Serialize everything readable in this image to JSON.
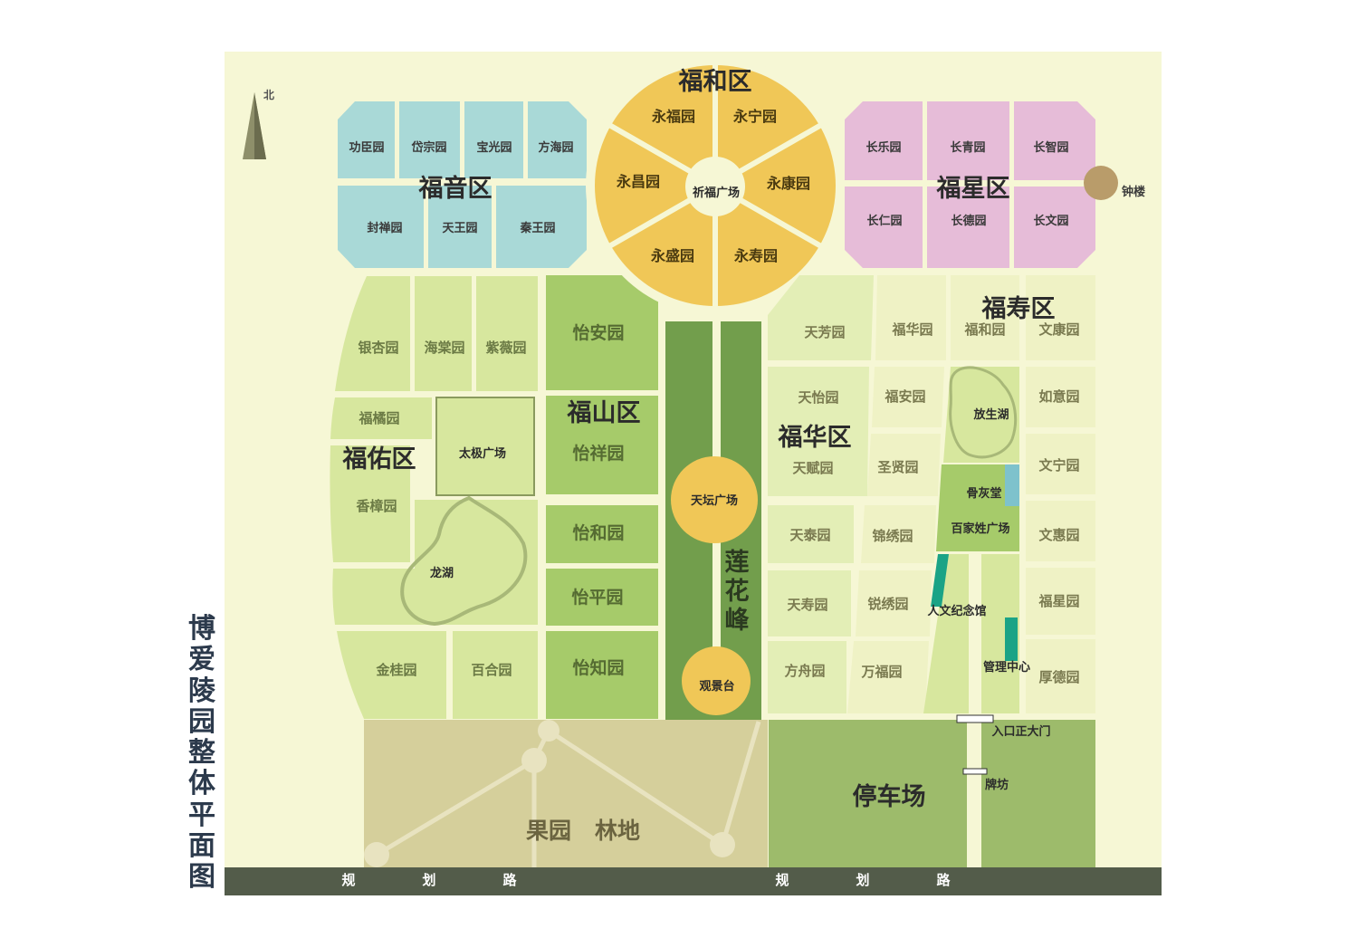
{
  "title": "博爱陵园整体平面图",
  "compass": {
    "label": "北"
  },
  "districts": {
    "fuyin": {
      "name": "福音区",
      "gardens": [
        "功臣园",
        "岱宗园",
        "宝光园",
        "方海园",
        "封禅园",
        "天王园",
        "秦王园"
      ]
    },
    "fuhe": {
      "name": "福和区",
      "center": "祈福广场",
      "gardens": [
        "永福园",
        "永宁园",
        "永康园",
        "永寿园",
        "永盛园",
        "永昌园"
      ]
    },
    "fuxing": {
      "name": "福星区",
      "gardens": [
        "长乐园",
        "长青园",
        "长智园",
        "长仁园",
        "长德园",
        "长文园"
      ],
      "bell_tower": "钟楼"
    },
    "fuyou": {
      "name": "福佑区",
      "gardens": [
        "银杏园",
        "海棠园",
        "紫薇园",
        "福橘园",
        "香樟园",
        "金桂园",
        "百合园"
      ],
      "plaza": "太极广场",
      "lake": "龙湖"
    },
    "fushan": {
      "name": "福山区",
      "gardens": [
        "怡安园",
        "怡祥园",
        "怡和园",
        "怡平园",
        "怡知园"
      ]
    },
    "center": {
      "tiantan": "天坛广场",
      "peak": "莲花峰",
      "lookout": "观景台"
    },
    "fuhua": {
      "name": "福华区",
      "gardens": [
        "天芳园",
        "天怡园",
        "天赋园",
        "天泰园",
        "天寿园",
        "方舟园",
        "福安园",
        "圣贤园",
        "锦绣园",
        "锐绣园",
        "万福园"
      ]
    },
    "fushou": {
      "name": "福寿区",
      "gardens": [
        "福华园",
        "福和园",
        "文康园",
        "如意园",
        "文宁园",
        "文惠园",
        "福星园",
        "厚德园"
      ]
    }
  },
  "facilities": {
    "fangsheng_lake": "放生湖",
    "columbarium": "骨灰堂",
    "surname_plaza": "百家姓广场",
    "memorial_hall": "人文纪念馆",
    "management": "管理中心",
    "main_gate": "入口正大门",
    "archway": "牌坊",
    "parking": "停车场",
    "orchard": "果园",
    "woodland": "林地"
  },
  "road": {
    "chars": [
      "规",
      "划",
      "路",
      "规",
      "划",
      "路"
    ]
  },
  "colors": {
    "background": "#f6f7d5",
    "fuyin": "#a9d9d7",
    "fuhe": "#f0c757",
    "fuxing": "#e6bcd8",
    "fuyou": "#d7e79e",
    "fushan": "#a6cb6a",
    "center_strip": "#729e4c",
    "fuhua": "#e3eeb6",
    "fushou": "#eff2c5",
    "parking": "#9dbb6b",
    "orchard": "#d5cf9b",
    "road": "#535c4a",
    "bell": "#b99c6a",
    "teal": "#1aa386"
  }
}
